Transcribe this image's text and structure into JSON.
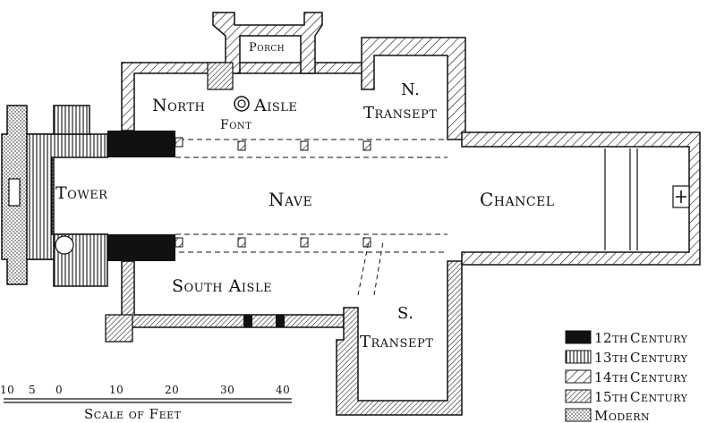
{
  "labels": {
    "porch": "Porch",
    "north_aisle": "North",
    "north_aisle_b": "Aisle",
    "font": "Font",
    "n_transept_a": "N.",
    "n_transept_b": "Transept",
    "tower": "Tower",
    "nave": "Nave",
    "chancel": "Chancel",
    "south_aisle": "South Aisle",
    "s_transept_a": "S.",
    "s_transept_b": "Transept"
  },
  "legend": [
    {
      "period": "12th",
      "label": "Century",
      "pattern": "solid"
    },
    {
      "period": "13th",
      "label": "Century",
      "pattern": "vertical"
    },
    {
      "period": "14th",
      "label": "Century",
      "pattern": "diagonal-wide"
    },
    {
      "period": "15th",
      "label": "Century",
      "pattern": "diagonal-dense"
    },
    {
      "period": "",
      "label": "Modern",
      "pattern": "dots"
    }
  ],
  "scale": {
    "ticks": [
      "10",
      "5",
      "0",
      "10",
      "20",
      "30",
      "40"
    ],
    "caption": "Scale of Feet"
  }
}
